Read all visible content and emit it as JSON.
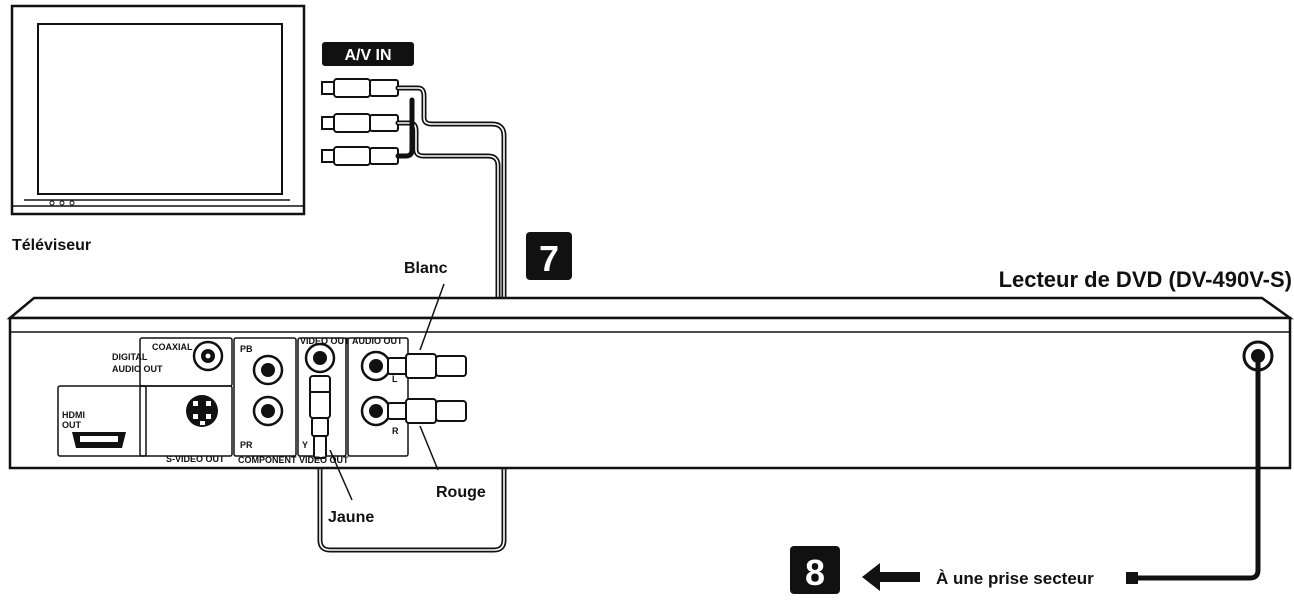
{
  "tv": {
    "label": "Téléviseur",
    "av_in_label": "A/V IN"
  },
  "player": {
    "label": "Lecteur de DVD (DV-490V-S)",
    "panel": {
      "digital_audio_out": [
        "DIGITAL",
        "AUDIO OUT"
      ],
      "coaxial": "COAXIAL",
      "hdmi_out": [
        "HDMI",
        "OUT"
      ],
      "s_video_out": "S-VIDEO OUT",
      "pb": "PB",
      "pr": "PR",
      "y": "Y",
      "component_video_out": "COMPONENT VIDEO OUT",
      "video_out": "VIDEO OUT",
      "audio_out": "AUDIO OUT",
      "audio_l": "L",
      "audio_r": "R"
    }
  },
  "cables": {
    "white": "Blanc",
    "red": "Rouge",
    "yellow": "Jaune"
  },
  "steps": {
    "step7": "7",
    "step8": "8"
  },
  "power": {
    "label": "À une prise secteur"
  }
}
